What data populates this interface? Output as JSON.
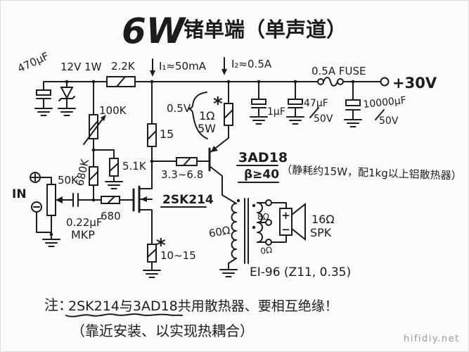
{
  "colors": {
    "paper": "#fbfbf9",
    "ink": "#1c1c1c",
    "watermark": "#9b9b9b"
  },
  "title": {
    "big": "6W",
    "rest": "锗单端（单声道）"
  },
  "rail": {
    "c470": "470μF",
    "zener": "12V 1W",
    "r_drop": "2.2K",
    "i1": "I₁≈50mA",
    "i2": "I₂≈0.5A",
    "c1": "1μF",
    "c47": "47μF",
    "c47_v": "50V",
    "fuse": "0.5A FUSE",
    "c10000": "10000μF",
    "c10000_v": "50V",
    "v_supply": "+30V"
  },
  "bias": {
    "r_var": "100K",
    "r_upper": "680K",
    "r_gnd": "5.1K"
  },
  "input": {
    "jack": "IN",
    "pot": "50K",
    "cap": "0.22μF",
    "cap_type": "MKP",
    "r_gate": "680"
  },
  "driver": {
    "device": "2SK214",
    "r_drain": "15",
    "r_source": "10~15",
    "star": "*"
  },
  "output": {
    "device": "3AD18",
    "beta": "β≥40",
    "heatsink_note": "（静耗约15W，配1kg以上铝散热器）",
    "r_base": "3.3~6.8",
    "r_emitter": "1Ω",
    "r_emitter_w": "5W",
    "v_emitter": "0.5V",
    "star": "*"
  },
  "transformer": {
    "primary": "60Ω",
    "tap_8": "8Ω",
    "tap_0": "0Ω",
    "core": "EI-96 (Z11, 0.35)"
  },
  "speaker": {
    "impedance": "16Ω",
    "label": "SPK",
    "plus": "+",
    "minus": "−"
  },
  "notes": {
    "prefix": "注：",
    "line1": "2SK214与3AD18共用散热器、要相互绝缘！",
    "line2": "（靠近安装、以实现热耦合）"
  },
  "watermark": "hifidiy.net"
}
